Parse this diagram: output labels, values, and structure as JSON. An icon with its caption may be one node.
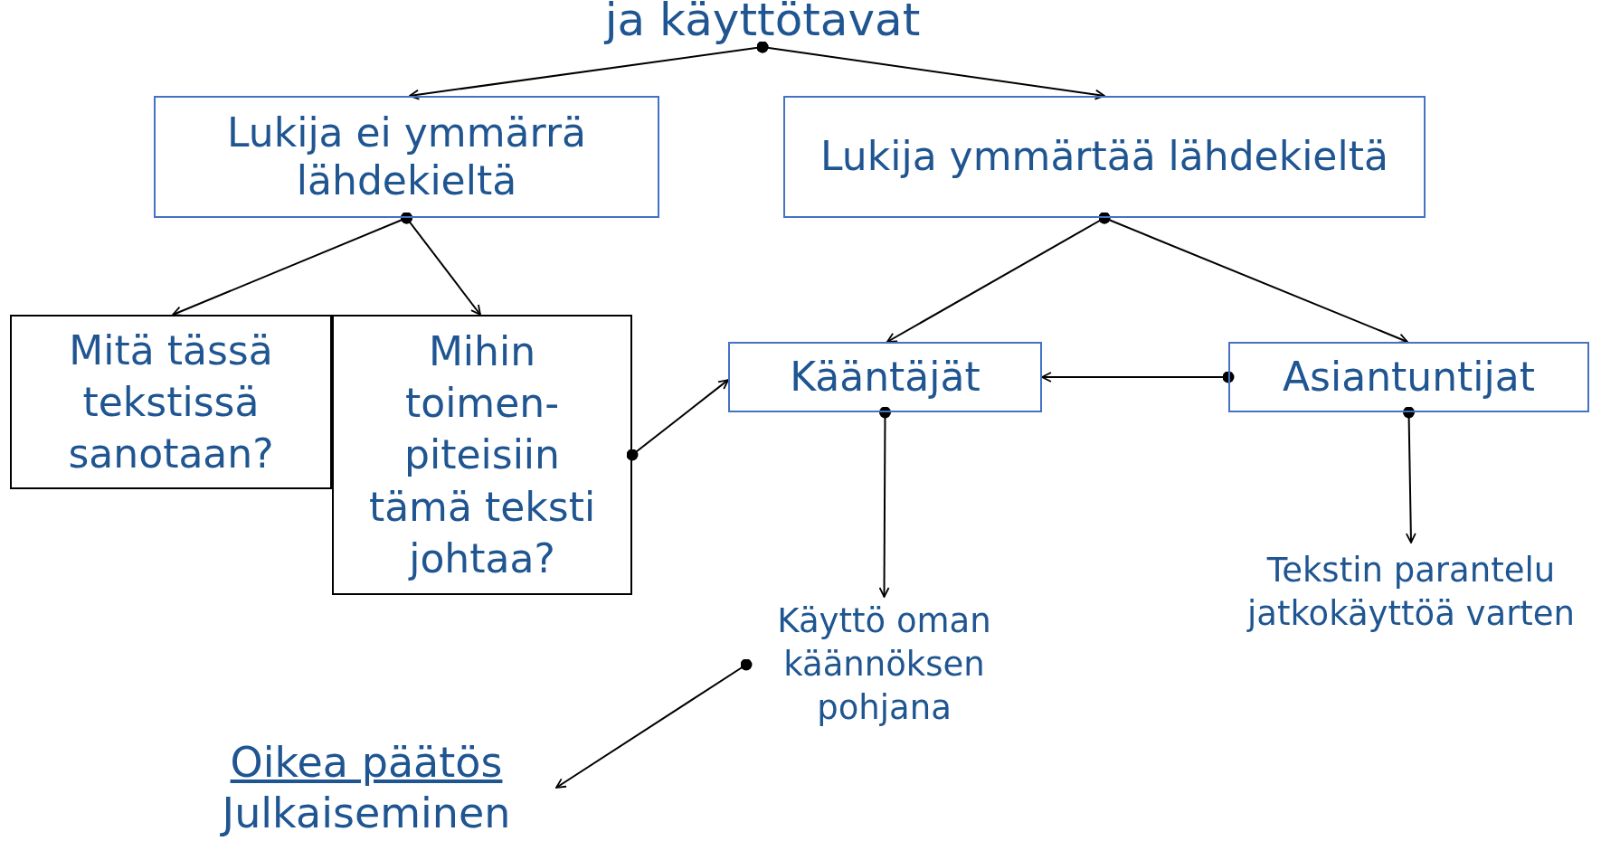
{
  "diagram": {
    "nodes": [
      {
        "text": [
          "ja käyttötavat"
        ]
      },
      {
        "text": [
          "Lukija ei ymmärrä lähdekieltä"
        ]
      },
      {
        "text": [
          "Lukija ymmärtää lähdekieltä"
        ]
      },
      {
        "text": [
          "Mitä tässä tekstissä sanotaan?"
        ]
      },
      {
        "text": [
          "Mihin toimen- piteisiin tämä teksti johtaa?"
        ]
      },
      {
        "text": [
          "Kääntäjät"
        ]
      },
      {
        "text": [
          "Asiantuntijat"
        ]
      },
      {
        "text": [
          "Käyttö oman käännöksen pohjana"
        ]
      },
      {
        "text": [
          "Tekstin parantelu jatkokäyttöä varten"
        ]
      },
      {
        "text": [
          "Oikea päätös",
          "Julkaiseminen"
        ]
      }
    ],
    "edges": [
      {
        "from": 0,
        "to": 1,
        "arrow": "to"
      },
      {
        "from": 0,
        "to": 2,
        "arrow": "to"
      },
      {
        "from": 1,
        "to": 3,
        "arrow": "to"
      },
      {
        "from": 1,
        "to": 4,
        "arrow": "to"
      },
      {
        "from": 2,
        "to": 5,
        "arrow": "to"
      },
      {
        "from": 2,
        "to": 6,
        "arrow": "to"
      },
      {
        "from": 4,
        "to": 5,
        "arrow": "to"
      },
      {
        "from": 6,
        "to": 5,
        "arrow": "to"
      },
      {
        "from": 5,
        "to": 7,
        "arrow": "to"
      },
      {
        "from": 6,
        "to": 8,
        "arrow": "to"
      },
      {
        "from": 7,
        "to": 9,
        "arrow": "to"
      }
    ]
  }
}
